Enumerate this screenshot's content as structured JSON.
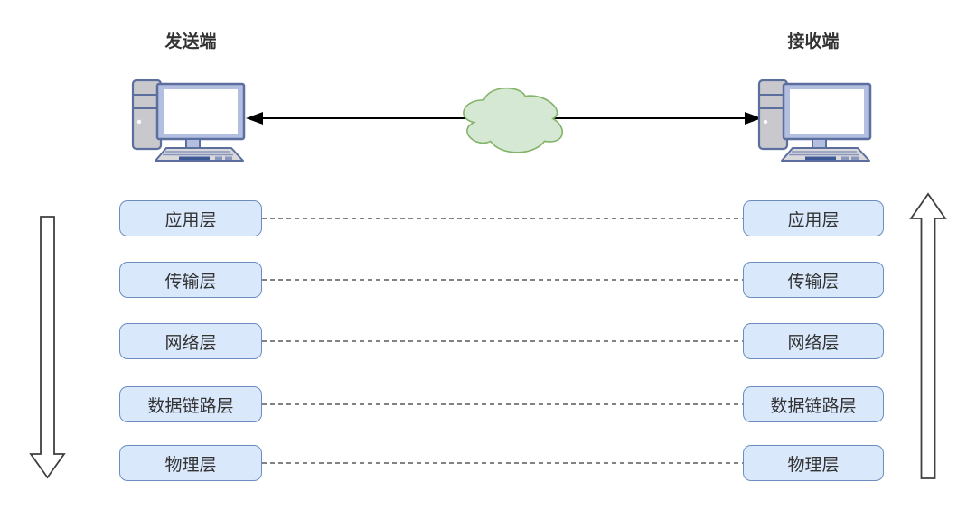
{
  "diagram": {
    "title": "network-layer-communication-diagram",
    "sender_label": "发送端",
    "receiver_label": "接收端"
  },
  "layers": [
    "应用层",
    "传输层",
    "网络层",
    "数据链路层",
    "物理层"
  ],
  "icons": {
    "computer": "desktop-computer",
    "cloud": "network-cloud",
    "link_arrow": "bidirectional-link-arrow",
    "down_arrow": "downward-flow-arrow",
    "up_arrow": "upward-flow-arrow"
  },
  "colors": {
    "layer_box_fill": "#dae8fc",
    "layer_box_border": "#6c8ebf",
    "cloud_fill": "#d5e8d4",
    "cloud_border": "#82b366",
    "computer_stroke": "#5c6e9e",
    "computer_body_fill": "#c9c9cd",
    "monitor_bezel_fill": "#b3bfe0",
    "keyboard_fill": "#d9d9dc",
    "link_line": "#000000",
    "connector_dash": "#595959",
    "flow_arrow_outline": "#3f3f3f",
    "text": "#333333"
  }
}
